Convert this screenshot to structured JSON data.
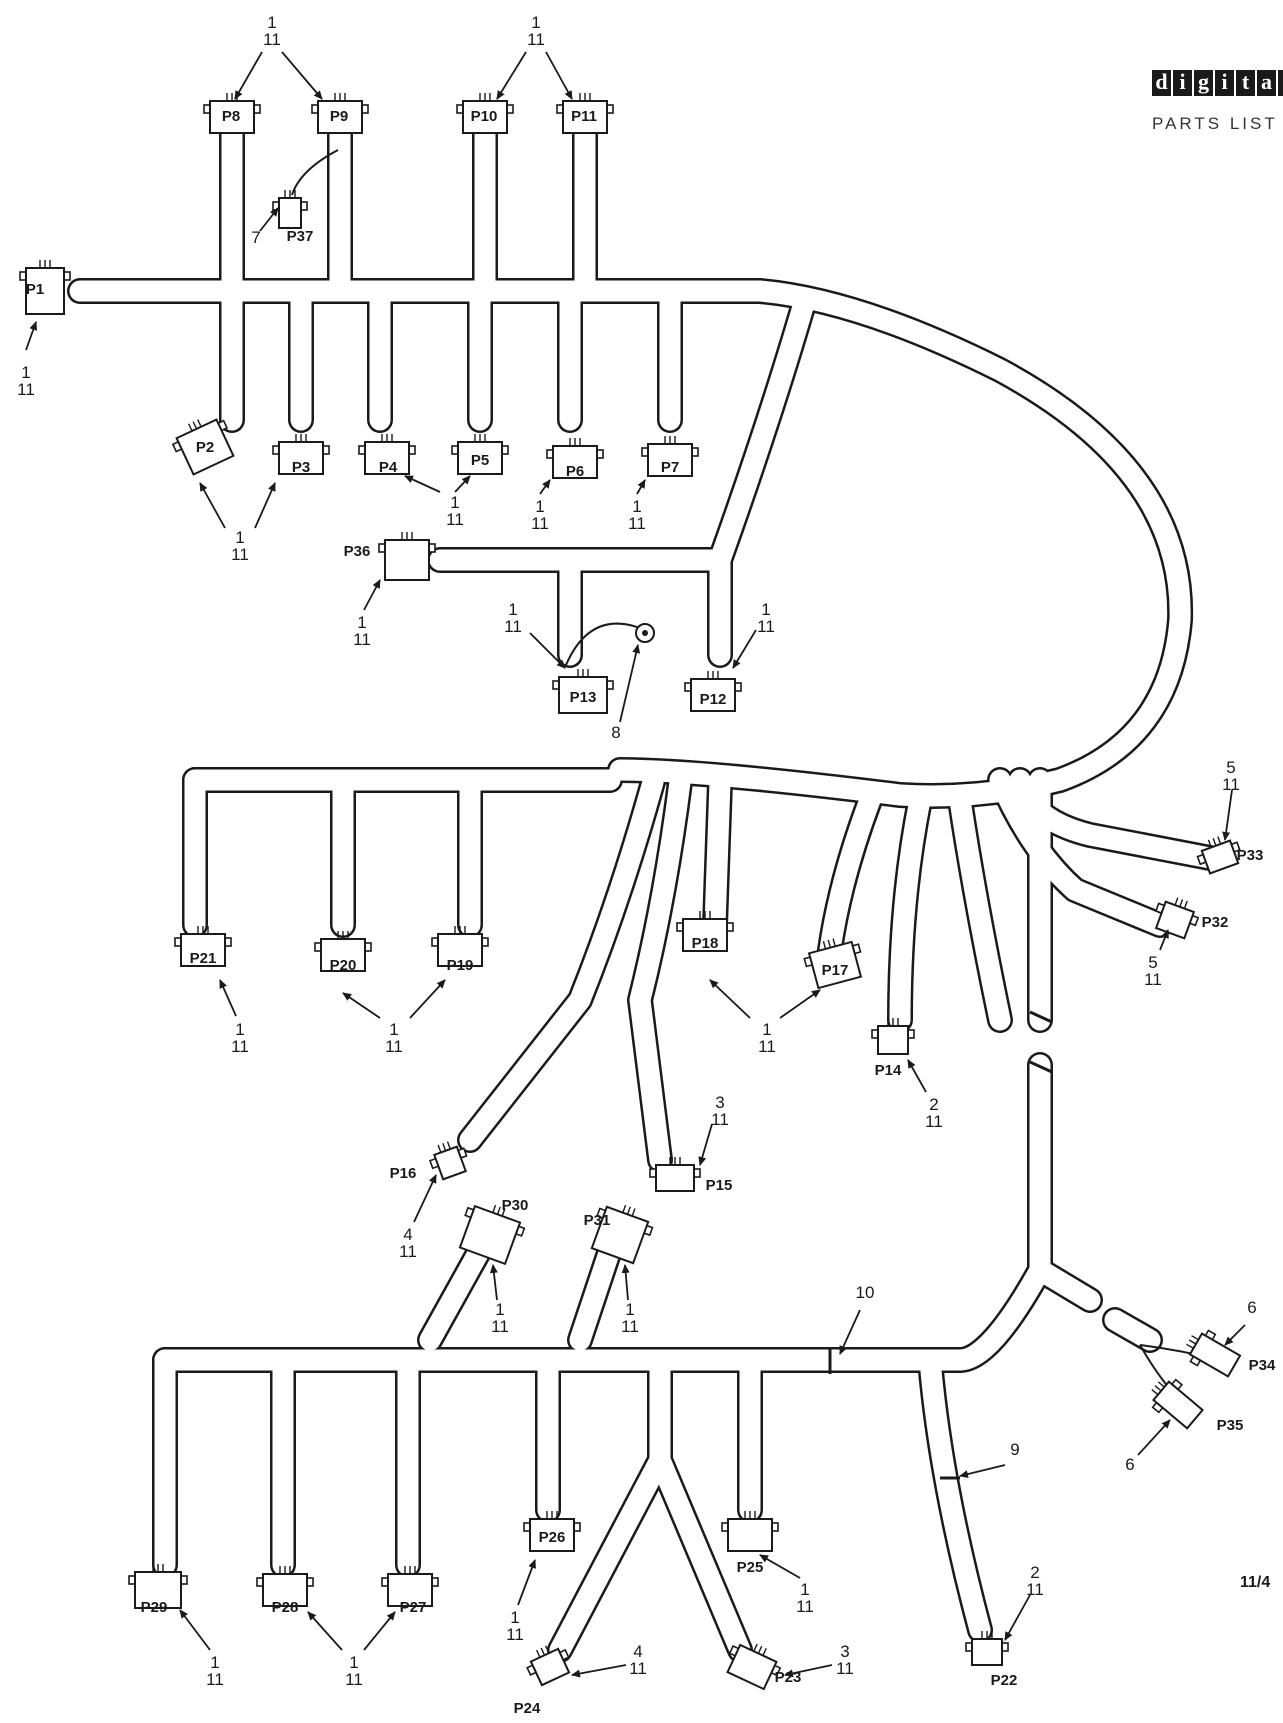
{
  "header": {
    "logo_letters": [
      "d",
      "i",
      "g",
      "i",
      "t",
      "a",
      "l"
    ],
    "parts_list": "PARTS LIST"
  },
  "page_number": "11/4",
  "connectors": [
    "P1",
    "P2",
    "P3",
    "P4",
    "P5",
    "P6",
    "P7",
    "P8",
    "P9",
    "P10",
    "P11",
    "P12",
    "P13",
    "P14",
    "P15",
    "P16",
    "P17",
    "P18",
    "P19",
    "P20",
    "P21",
    "P22",
    "P23",
    "P24",
    "P25",
    "P26",
    "P27",
    "P28",
    "P29",
    "P30",
    "P31",
    "P32",
    "P33",
    "P34",
    "P35",
    "P36",
    "P37"
  ],
  "callouts": [
    {
      "item": "1",
      "figure": "11",
      "targets": [
        "P8",
        "P9"
      ]
    },
    {
      "item": "1",
      "figure": "11",
      "targets": [
        "P10",
        "P11"
      ]
    },
    {
      "item": "7",
      "figure": "",
      "targets": [
        "P37"
      ]
    },
    {
      "item": "1",
      "figure": "11",
      "targets": [
        "P1"
      ]
    },
    {
      "item": "1",
      "figure": "11",
      "targets": [
        "P2",
        "P3"
      ]
    },
    {
      "item": "1",
      "figure": "11",
      "targets": [
        "P4",
        "P5"
      ]
    },
    {
      "item": "1",
      "figure": "11",
      "targets": [
        "P6"
      ]
    },
    {
      "item": "1",
      "figure": "11",
      "targets": [
        "P7"
      ]
    },
    {
      "item": "1",
      "figure": "11",
      "targets": [
        "P36"
      ]
    },
    {
      "item": "1",
      "figure": "11",
      "targets": [
        "P13"
      ]
    },
    {
      "item": "8",
      "figure": "",
      "targets": [
        "ring-terminal"
      ]
    },
    {
      "item": "1",
      "figure": "11",
      "targets": [
        "P12"
      ]
    },
    {
      "item": "5",
      "figure": "11",
      "targets": [
        "P33"
      ]
    },
    {
      "item": "5",
      "figure": "11",
      "targets": [
        "P32"
      ]
    },
    {
      "item": "1",
      "figure": "11",
      "targets": [
        "P21"
      ]
    },
    {
      "item": "1",
      "figure": "11",
      "targets": [
        "P20",
        "P19"
      ]
    },
    {
      "item": "1",
      "figure": "11",
      "targets": [
        "P18",
        "P17"
      ]
    },
    {
      "item": "2",
      "figure": "11",
      "targets": [
        "P14"
      ]
    },
    {
      "item": "3",
      "figure": "11",
      "targets": [
        "P15"
      ]
    },
    {
      "item": "4",
      "figure": "11",
      "targets": [
        "P16"
      ]
    },
    {
      "item": "1",
      "figure": "11",
      "targets": [
        "P30"
      ]
    },
    {
      "item": "1",
      "figure": "11",
      "targets": [
        "P31"
      ]
    },
    {
      "item": "10",
      "figure": "",
      "targets": [
        "band"
      ]
    },
    {
      "item": "6",
      "figure": "",
      "targets": [
        "P34"
      ]
    },
    {
      "item": "6",
      "figure": "",
      "targets": [
        "P35"
      ]
    },
    {
      "item": "9",
      "figure": "",
      "targets": [
        "band"
      ]
    },
    {
      "item": "1",
      "figure": "11",
      "targets": [
        "P26"
      ]
    },
    {
      "item": "1",
      "figure": "11",
      "targets": [
        "P25"
      ]
    },
    {
      "item": "2",
      "figure": "11",
      "targets": [
        "P22"
      ]
    },
    {
      "item": "1",
      "figure": "11",
      "targets": [
        "P29"
      ]
    },
    {
      "item": "1",
      "figure": "11",
      "targets": [
        "P28",
        "P27"
      ]
    },
    {
      "item": "4",
      "figure": "11",
      "targets": [
        "P24"
      ]
    },
    {
      "item": "3",
      "figure": "11",
      "targets": [
        "P23"
      ]
    }
  ]
}
